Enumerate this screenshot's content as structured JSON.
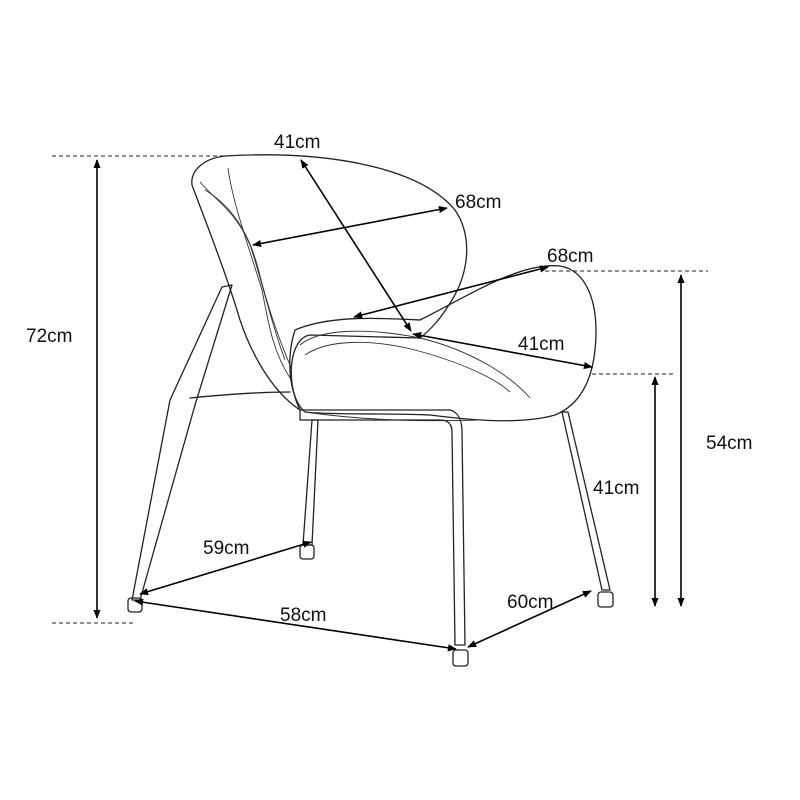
{
  "diagram": {
    "labels": {
      "backrest_depth": "41cm",
      "backrest_width": "68cm",
      "seat_width": "68cm",
      "seat_depth": "41cm",
      "total_height": "72cm",
      "arm_height": "54cm",
      "seat_height": "41cm",
      "side_depth": "59cm",
      "front_width": "58cm",
      "base_depth": "60cm"
    },
    "colors": {
      "line": "#222222",
      "arrow": "#000000",
      "background": "#ffffff"
    }
  }
}
